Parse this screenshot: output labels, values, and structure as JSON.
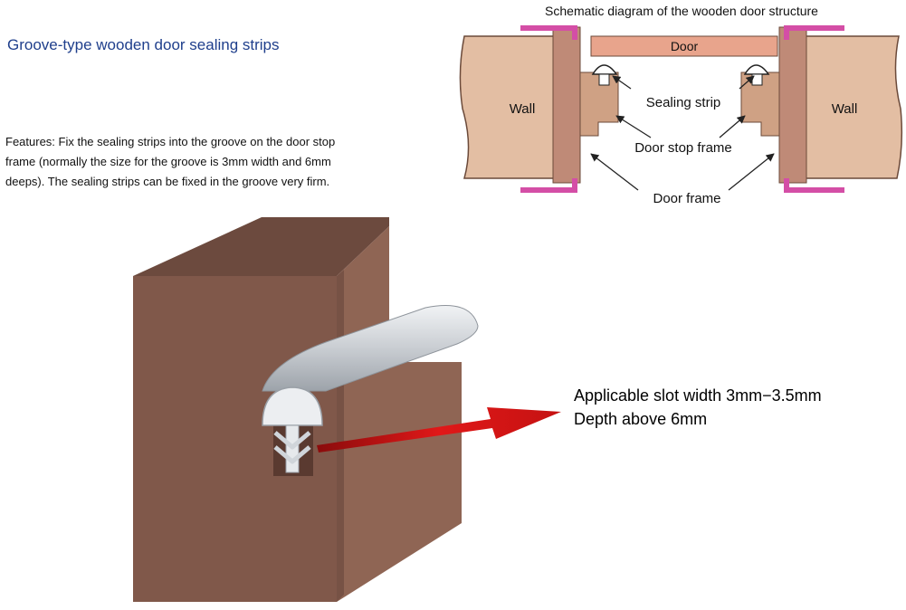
{
  "heading": "Groove-type wooden door sealing strips",
  "features": [
    "Features: Fix the sealing strips into the groove on the door stop",
    "frame  (normally the size for the groove is 3mm width and 6mm",
    "deeps). The sealing strips can be fixed in the groove very firm."
  ],
  "schematic": {
    "title": "Schematic diagram of the wooden door structure",
    "labels": {
      "door": "Door",
      "wall_left": "Wall",
      "wall_right": "Wall",
      "sealing_strip": "Sealing strip",
      "door_stop_frame": "Door stop frame",
      "door_frame": "Door frame"
    }
  },
  "slot_spec": {
    "width": "Applicable slot width 3mm−3.5mm",
    "depth": "Depth above 6mm"
  },
  "colors": {
    "heading": "#1f3f8c",
    "wall": "#e3bea3",
    "door": "#e8a48c",
    "door_frame": "#bf8a77",
    "door_stop": "#cfa184",
    "trim": "#d44ea6",
    "block_front": "#80584a",
    "block_top": "#6c4a3e",
    "block_side": "#8f6554",
    "strip": "#c9cdd2",
    "arrow": "#d01010"
  }
}
